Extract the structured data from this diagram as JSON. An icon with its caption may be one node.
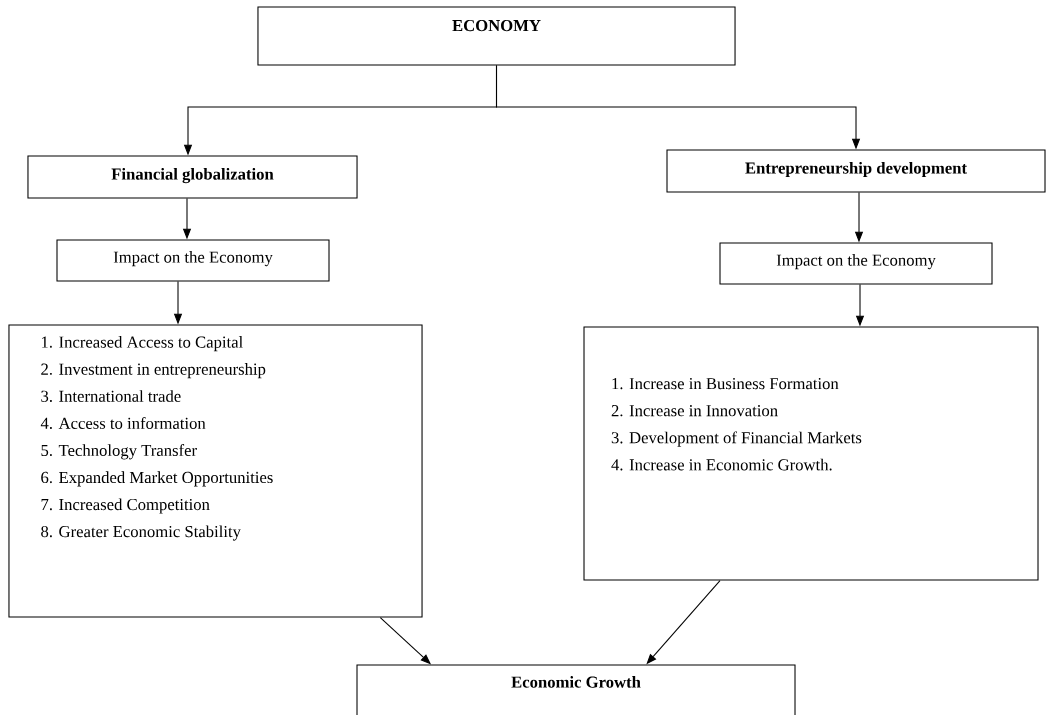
{
  "diagram": {
    "nodes": [
      {
        "text": [
          "ECONOMY"
        ]
      },
      {
        "text": [
          "Financial globalization"
        ]
      },
      {
        "text": [
          "Entrepreneurship development"
        ]
      },
      {
        "text": [
          "Impact on the Economy"
        ]
      },
      {
        "text": [
          "Impact on the Economy"
        ]
      },
      {
        "text": [
          "1. Increased Access to Capital",
          "2. Investment in entrepreneurship",
          "3. International trade",
          "4. Access to information",
          "5. Technology Transfer",
          "6. Expanded Market Opportunities",
          "7. Increased Competition",
          "8. Greater Economic Stability"
        ]
      },
      {
        "text": [
          "1. Increase in Business Formation",
          "2. Increase in Innovation",
          "3. Development of Financial Markets",
          "4. Increase in Economic Growth."
        ]
      },
      {
        "text": [
          "Economic Growth"
        ]
      }
    ],
    "edges": [
      {
        "from": 0,
        "to": 1,
        "arrow": "to"
      },
      {
        "from": 0,
        "to": 2,
        "arrow": "to"
      },
      {
        "from": 1,
        "to": 3,
        "arrow": "to"
      },
      {
        "from": 2,
        "to": 4,
        "arrow": "to"
      },
      {
        "from": 3,
        "to": 5,
        "arrow": "to"
      },
      {
        "from": 4,
        "to": 6,
        "arrow": "to"
      },
      {
        "from": 5,
        "to": 7,
        "arrow": "to"
      },
      {
        "from": 6,
        "to": 7,
        "arrow": "to"
      }
    ]
  }
}
